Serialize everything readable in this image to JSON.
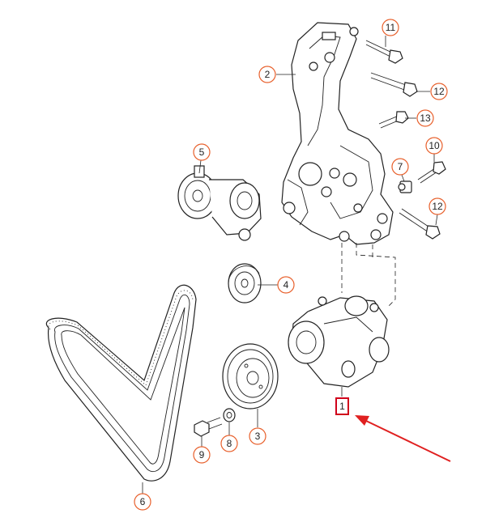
{
  "colors": {
    "circle_outline": "#e8602c",
    "highlight_box": "#d0021b",
    "pointer_arrow": "#e02020",
    "line_art": "#222222"
  },
  "callouts": [
    {
      "id": "1",
      "text": "1",
      "style": "boxed"
    },
    {
      "id": "2",
      "text": "2",
      "style": "circle"
    },
    {
      "id": "3",
      "text": "3",
      "style": "circle"
    },
    {
      "id": "4",
      "text": "4",
      "style": "circle"
    },
    {
      "id": "5",
      "text": "5",
      "style": "circle"
    },
    {
      "id": "6",
      "text": "6",
      "style": "circle"
    },
    {
      "id": "7",
      "text": "7",
      "style": "circle"
    },
    {
      "id": "8",
      "text": "8",
      "style": "circle"
    },
    {
      "id": "9",
      "text": "9",
      "style": "circle"
    },
    {
      "id": "10",
      "text": "10",
      "style": "circle"
    },
    {
      "id": "11",
      "text": "11",
      "style": "circle"
    },
    {
      "id": "12a",
      "text": "12",
      "style": "circle"
    },
    {
      "id": "12b",
      "text": "12",
      "style": "circle"
    },
    {
      "id": "13",
      "text": "13",
      "style": "circle"
    }
  ]
}
